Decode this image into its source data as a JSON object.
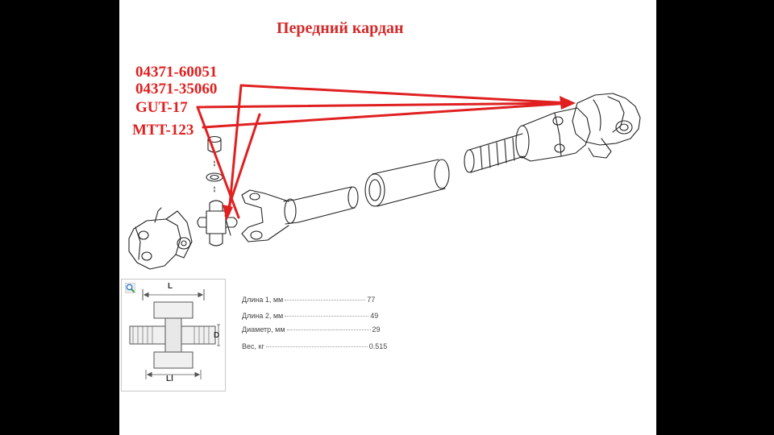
{
  "title": "Передний кардан",
  "title_color": "#d42a2a",
  "annotation_color": "#e02020",
  "part_numbers": [
    {
      "label": "04371-60051"
    },
    {
      "label": "04371-35060"
    },
    {
      "label": "GUT-17"
    },
    {
      "label": "MTT-123"
    }
  ],
  "thumbnail": {
    "icon": "zoom-icon",
    "dim_labels": {
      "length1": "L",
      "length2": "Ll",
      "diameter": "D"
    }
  },
  "specs": [
    {
      "label": "Длина 1, мм",
      "value": "77"
    },
    {
      "label": "Длина 2, мм",
      "value": "49"
    },
    {
      "label": "Диаметр, мм",
      "value": "29"
    },
    {
      "label": "Вес, кг",
      "value": "0.515"
    }
  ]
}
